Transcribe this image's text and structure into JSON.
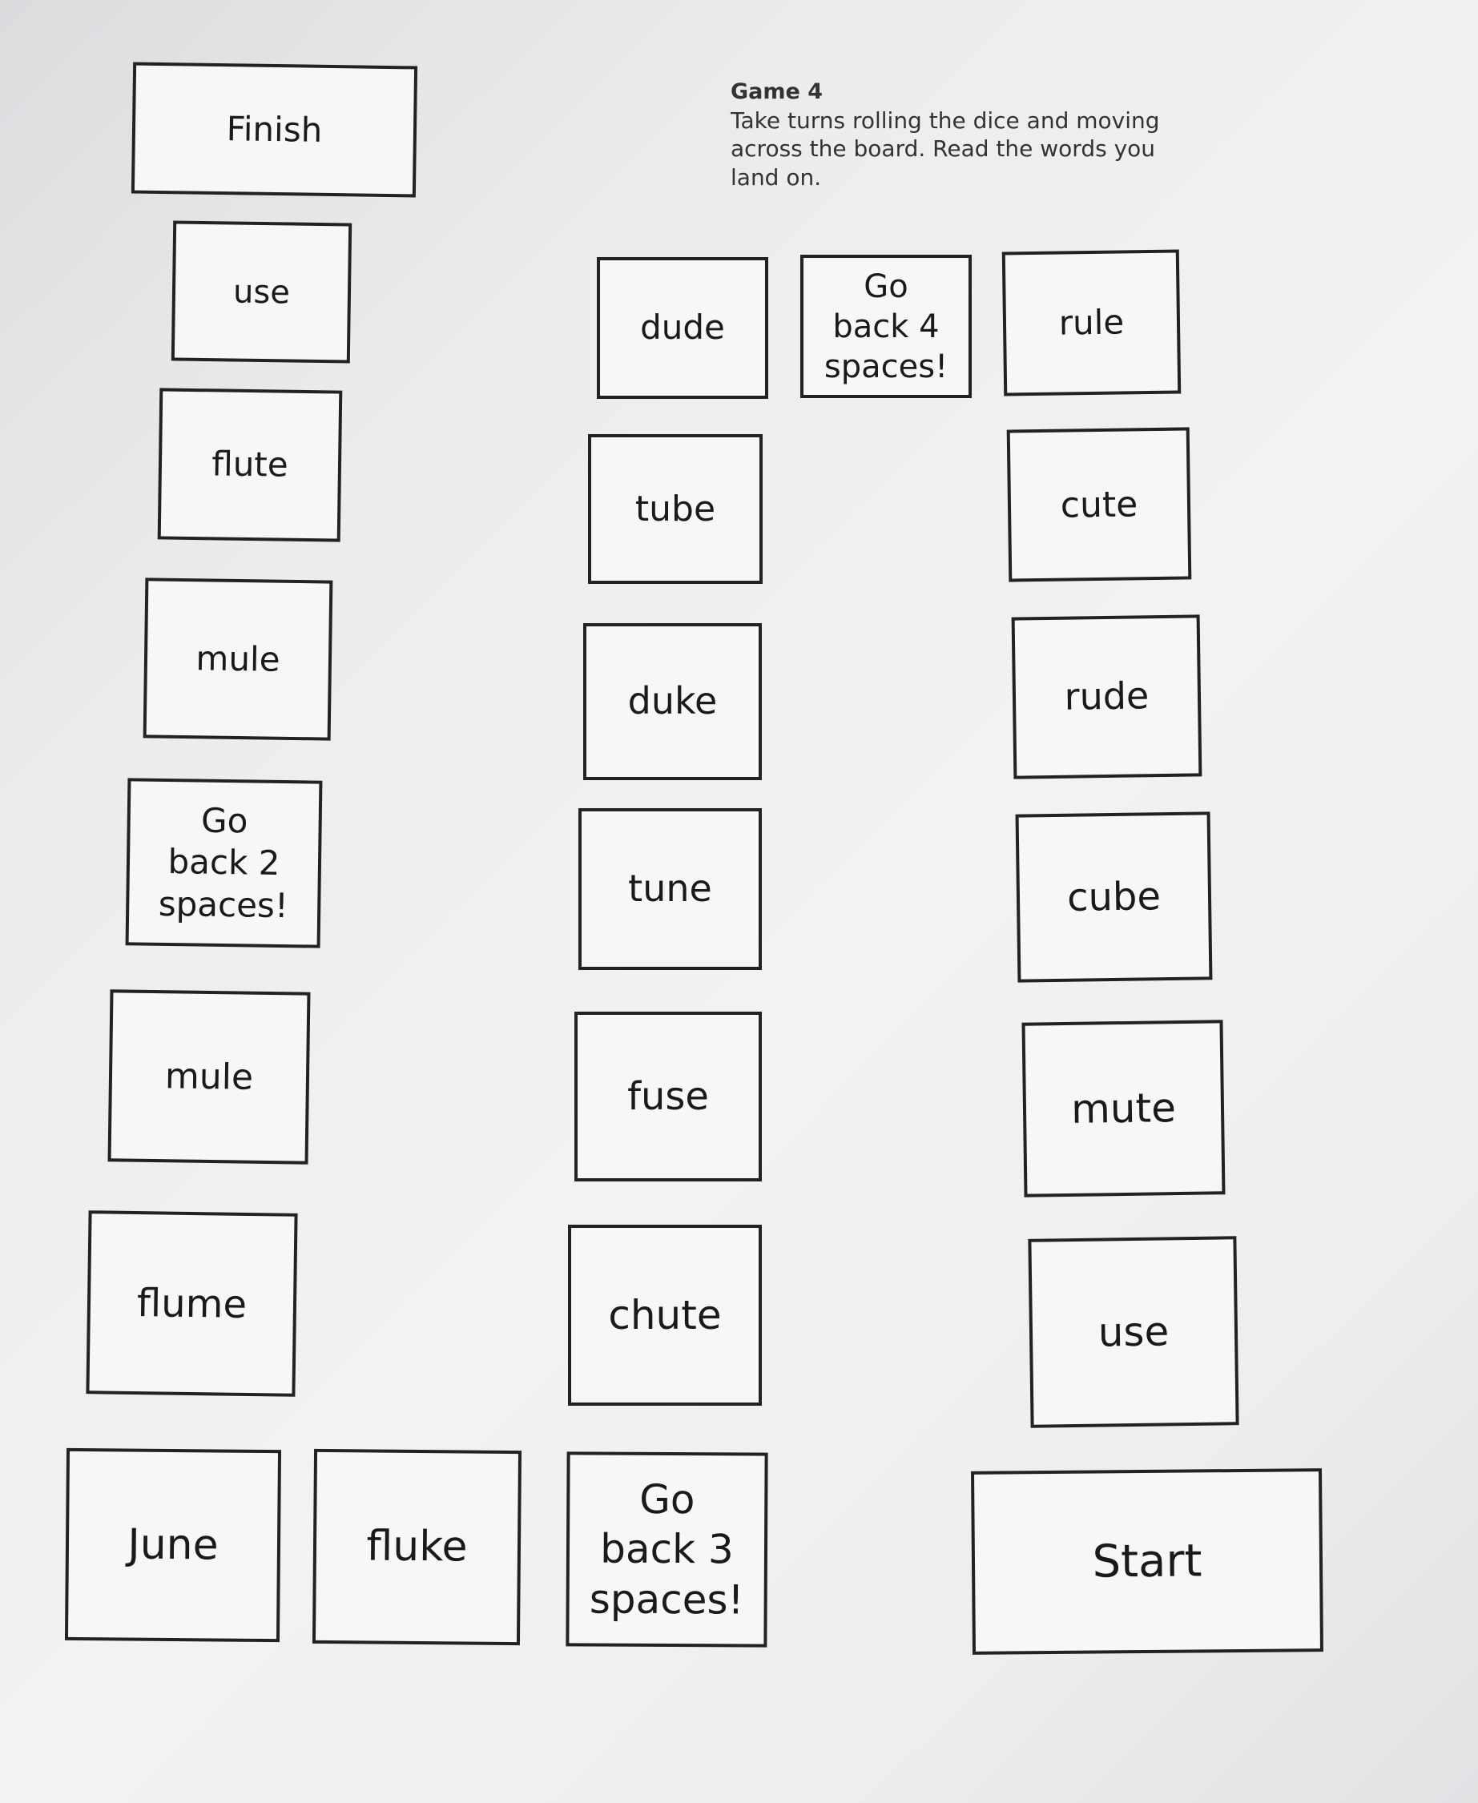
{
  "instructions": {
    "title": "Game 4",
    "text": "Take turns rolling the dice and moving across the board. Read the words you land on."
  },
  "spaces": {
    "finish": "Finish",
    "left_use": "use",
    "flute": "flute",
    "mule1": "mule",
    "go_back_2": "Go\nback 2\nspaces!",
    "mule2": "mule",
    "flume": "flume",
    "june": "June",
    "fluke": "fluke",
    "go_back_3": "Go\nback 3\nspaces!",
    "chute": "chute",
    "fuse": "fuse",
    "tune": "tune",
    "duke": "duke",
    "tube": "tube",
    "dude": "dude",
    "go_back_4": "Go\nback 4\nspaces!",
    "rule": "rule",
    "cute": "cute",
    "rude": "rude",
    "cube": "cube",
    "mute": "mute",
    "right_use": "use",
    "start": "Start"
  }
}
